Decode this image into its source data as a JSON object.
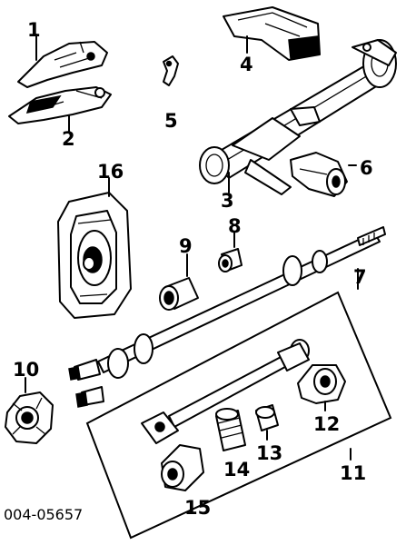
{
  "diagram": {
    "part_numbers": [
      "1",
      "2",
      "3",
      "4",
      "5",
      "6",
      "7",
      "8",
      "9",
      "10",
      "11",
      "12",
      "13",
      "14",
      "15",
      "16"
    ],
    "ref_code": "004-05657"
  }
}
